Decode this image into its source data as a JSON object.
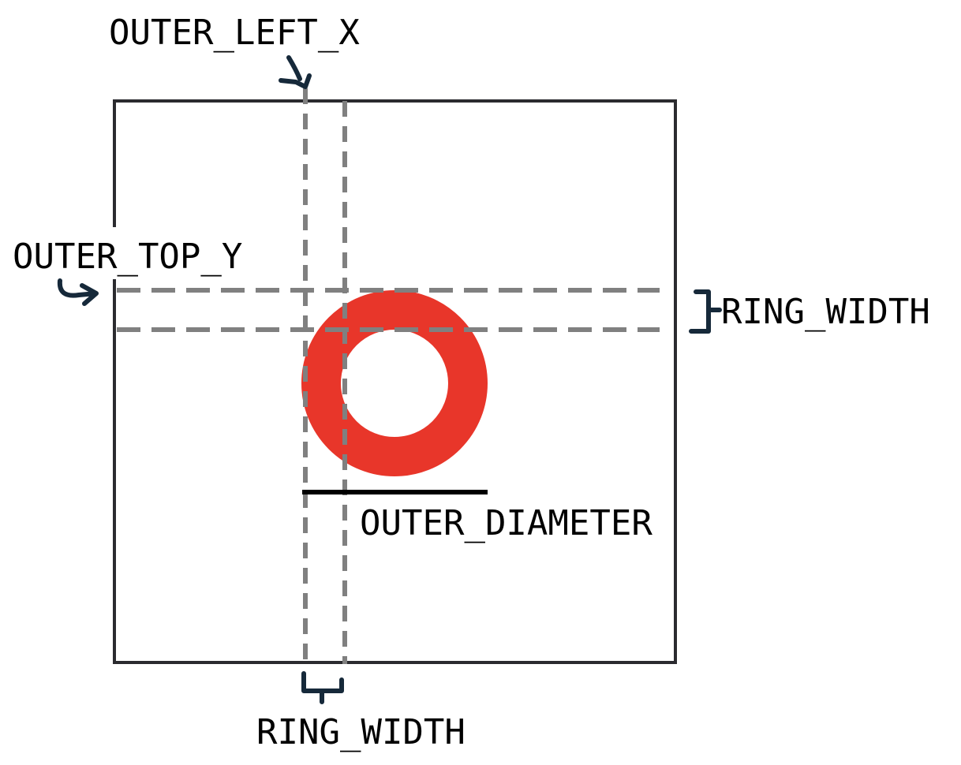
{
  "labels": {
    "outer_left_x": "OUTER_LEFT_X",
    "outer_top_y": "OUTER_TOP_Y",
    "ring_width_right": "RING_WIDTH",
    "outer_diameter": "OUTER_DIAMETER",
    "ring_width_bottom": "RING_WIDTH"
  },
  "colors": {
    "ring": "#e8362a",
    "frame": "#2b2b2f",
    "guide": "#808080",
    "bracket": "#16293a",
    "diameter_bar": "#000000"
  }
}
